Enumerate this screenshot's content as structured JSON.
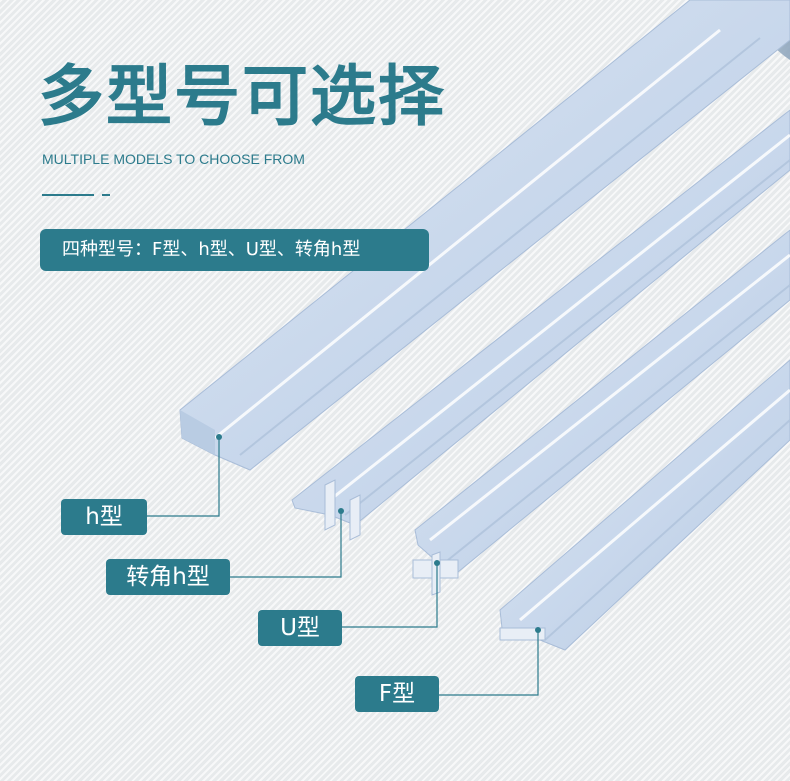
{
  "header": {
    "title": "多型号可选择",
    "subtitle": "MULTIPLE MODELS TO CHOOSE FROM"
  },
  "badge": {
    "text": "四种型号：F型、h型、U型、转角h型"
  },
  "models": [
    {
      "key": "h",
      "label": "h型"
    },
    {
      "key": "corner-h",
      "label": "转角h型"
    },
    {
      "key": "u",
      "label": "U型"
    },
    {
      "key": "f",
      "label": "F型"
    }
  ],
  "colors": {
    "accent": "#2c7b8c",
    "background": "#eef0f1",
    "strip": "#cfdcec",
    "strip_edge": "#a9bdd8"
  }
}
